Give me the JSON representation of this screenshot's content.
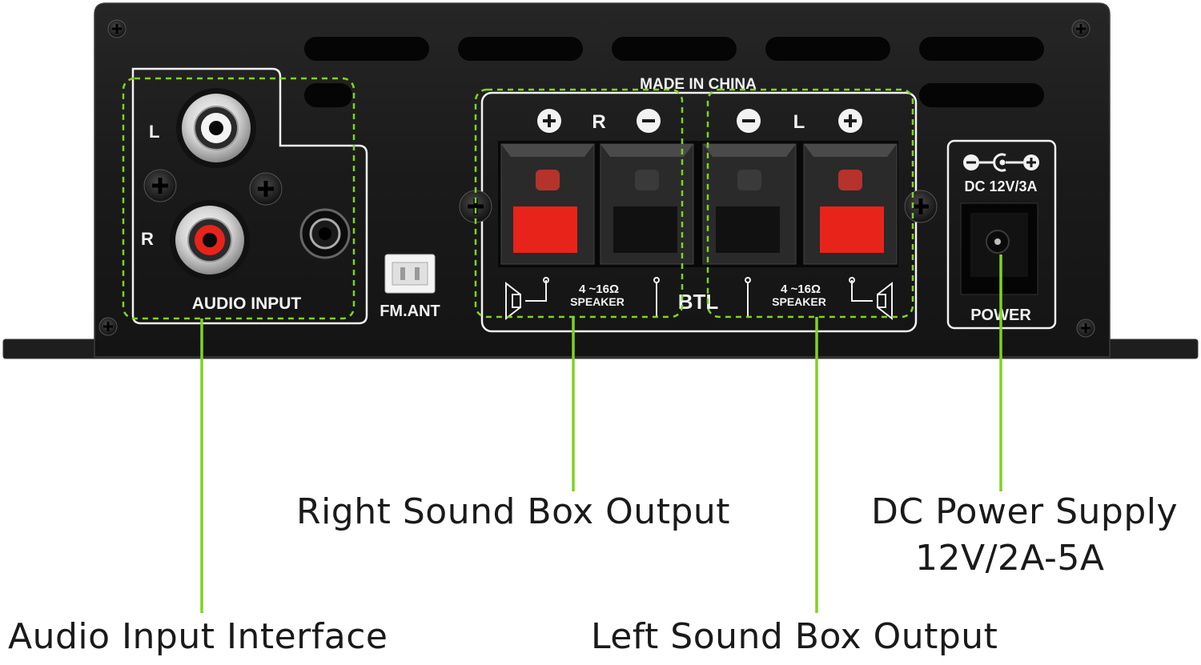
{
  "colors": {
    "panel": "#1c1c1c",
    "panel_edge": "#2c2c2c",
    "highlight_green": "#7ed321",
    "terminal_red": "#e8231a",
    "print_white": "#f2f2f2",
    "background": "#ffffff"
  },
  "panel": {
    "made_in": "MADE IN CHINA",
    "audio_input": {
      "title": "AUDIO INPUT",
      "left_label": "L",
      "right_label": "R"
    },
    "fm_antenna_label": "FM.ANT",
    "speaker_terminals": {
      "right_channel_label": "R",
      "left_channel_label": "L",
      "btl_label": "BTL",
      "impedance_right": "4 ~16Ω",
      "speaker_word_right": "SPEAKER",
      "impedance_left": "4 ~16Ω",
      "speaker_word_left": "SPEAKER"
    },
    "power": {
      "rating": "DC 12V/3A",
      "title": "POWER"
    }
  },
  "callouts": {
    "audio_input_interface": "Audio Input Interface",
    "right_sound_box_output": "Right Sound Box Output",
    "left_sound_box_output": "Left Sound Box Output",
    "dc_power_supply_line1": "DC Power Supply",
    "dc_power_supply_line2": "12V/2A-5A"
  }
}
